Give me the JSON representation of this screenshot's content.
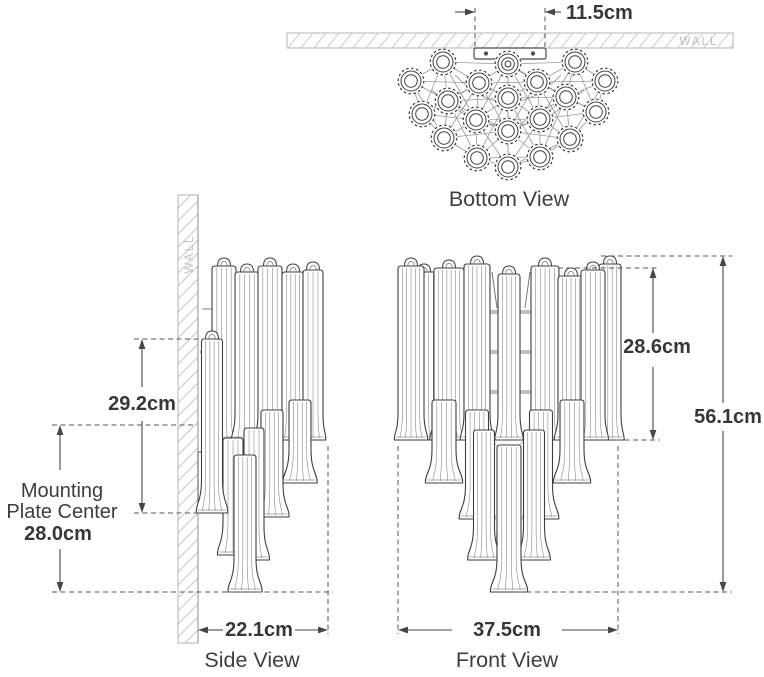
{
  "labels": {
    "wall_top": "WALL",
    "wall_side": "WALL"
  },
  "views": {
    "bottom": {
      "label": "Bottom View"
    },
    "side": {
      "label": "Side View"
    },
    "front": {
      "label": "Front View"
    }
  },
  "dimensions": {
    "canopy_width": "11.5cm",
    "upper_drop": "29.2cm",
    "mounting_plate_line1": "Mounting",
    "mounting_plate_line2": "Plate Center",
    "mounting_plate_line3": "28.0cm",
    "depth": "22.1cm",
    "shade_height": "28.6cm",
    "overall_height": "56.1cm",
    "width": "37.5cm"
  },
  "colors": {
    "line": "#3e3e3e",
    "dim_line": "#474747",
    "wall": "#c6c6c6",
    "wall_border": "#b5b5b5",
    "flute": "#8a8a8a",
    "text": "#3a3a3a"
  }
}
